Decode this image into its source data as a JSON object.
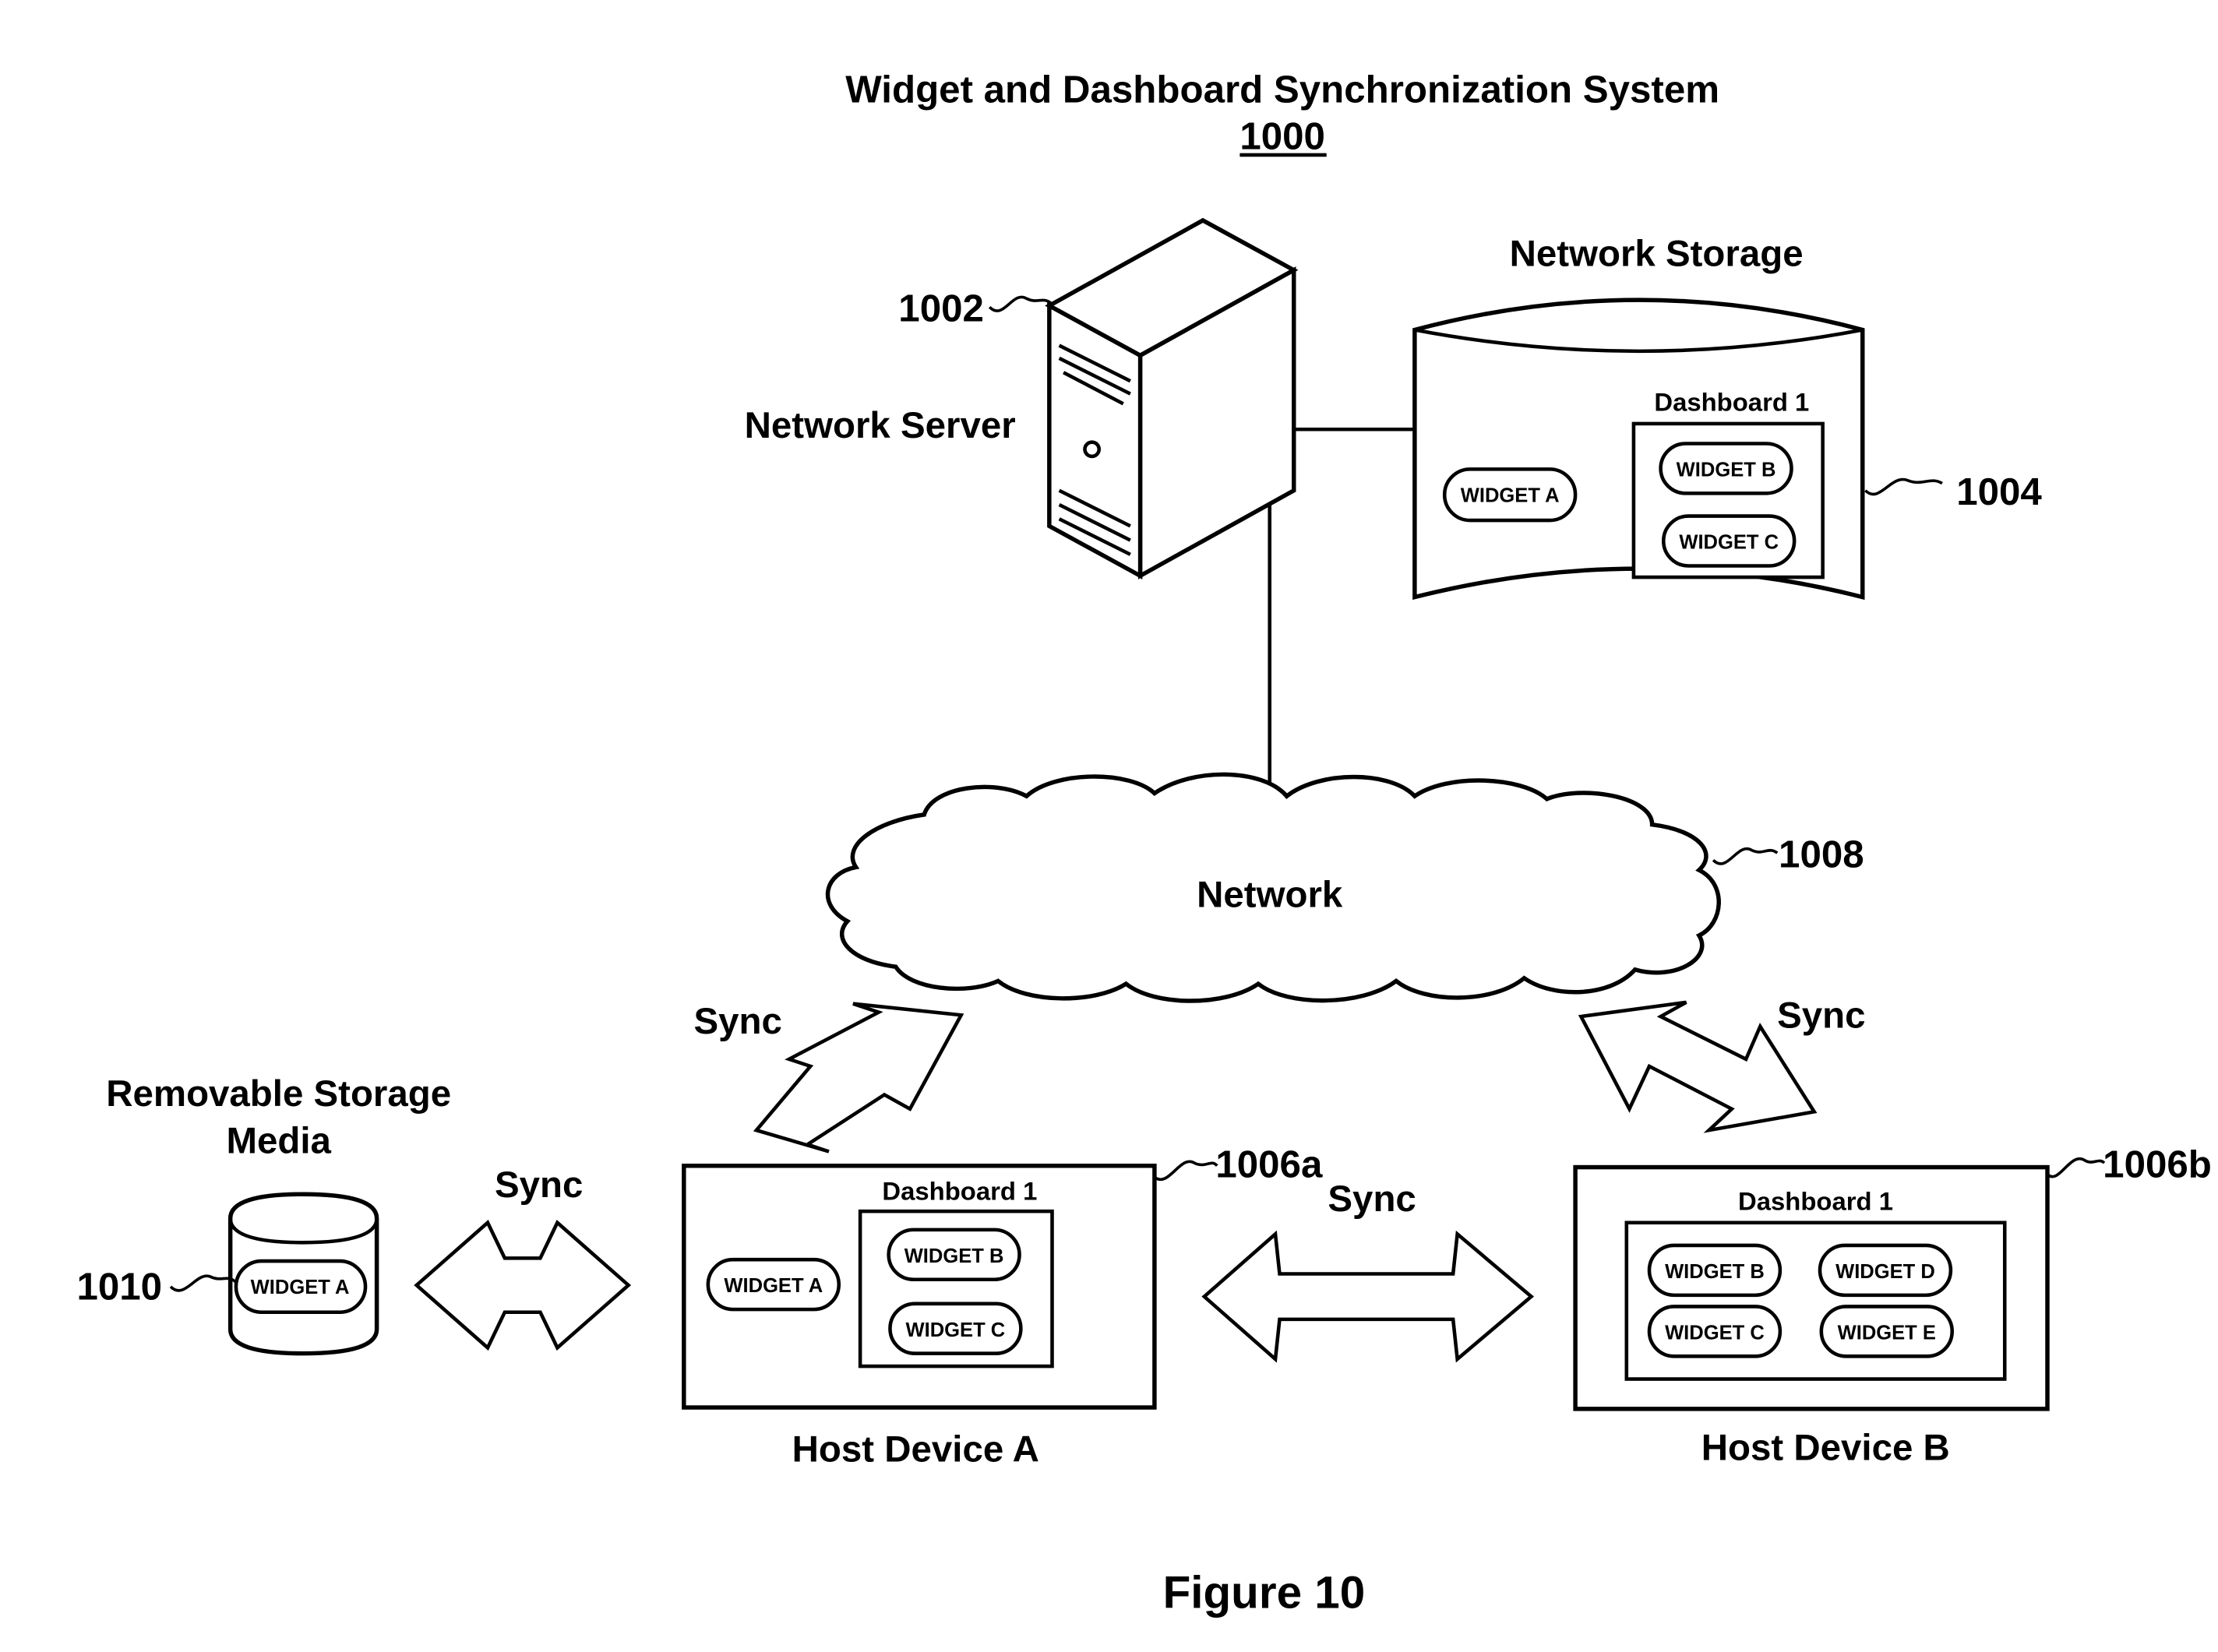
{
  "title": "Widget and Dashboard Synchronization System",
  "title_number": "1000",
  "figure_caption": "Figure 10",
  "server": {
    "ref": "1002",
    "label": "Network Server"
  },
  "network_storage": {
    "ref": "1004",
    "label": "Network Storage",
    "dashboard_label": "Dashboard 1",
    "loose_widget": "WIDGET A",
    "dashboard_widgets": [
      "WIDGET B",
      "WIDGET C"
    ]
  },
  "network": {
    "ref": "1008",
    "label": "Network"
  },
  "removable_media": {
    "ref": "1010",
    "label_line1": "Removable Storage",
    "label_line2": "Media",
    "widget": "WIDGET A"
  },
  "host_a": {
    "ref": "1006a",
    "label": "Host Device A",
    "dashboard_label": "Dashboard 1",
    "loose_widget": "WIDGET A",
    "dashboard_widgets": [
      "WIDGET B",
      "WIDGET C"
    ]
  },
  "host_b": {
    "ref": "1006b",
    "label": "Host Device B",
    "dashboard_label": "Dashboard 1",
    "dashboard_widgets": [
      "WIDGET B",
      "WIDGET D",
      "WIDGET C",
      "WIDGET E"
    ]
  },
  "sync_label": "Sync"
}
